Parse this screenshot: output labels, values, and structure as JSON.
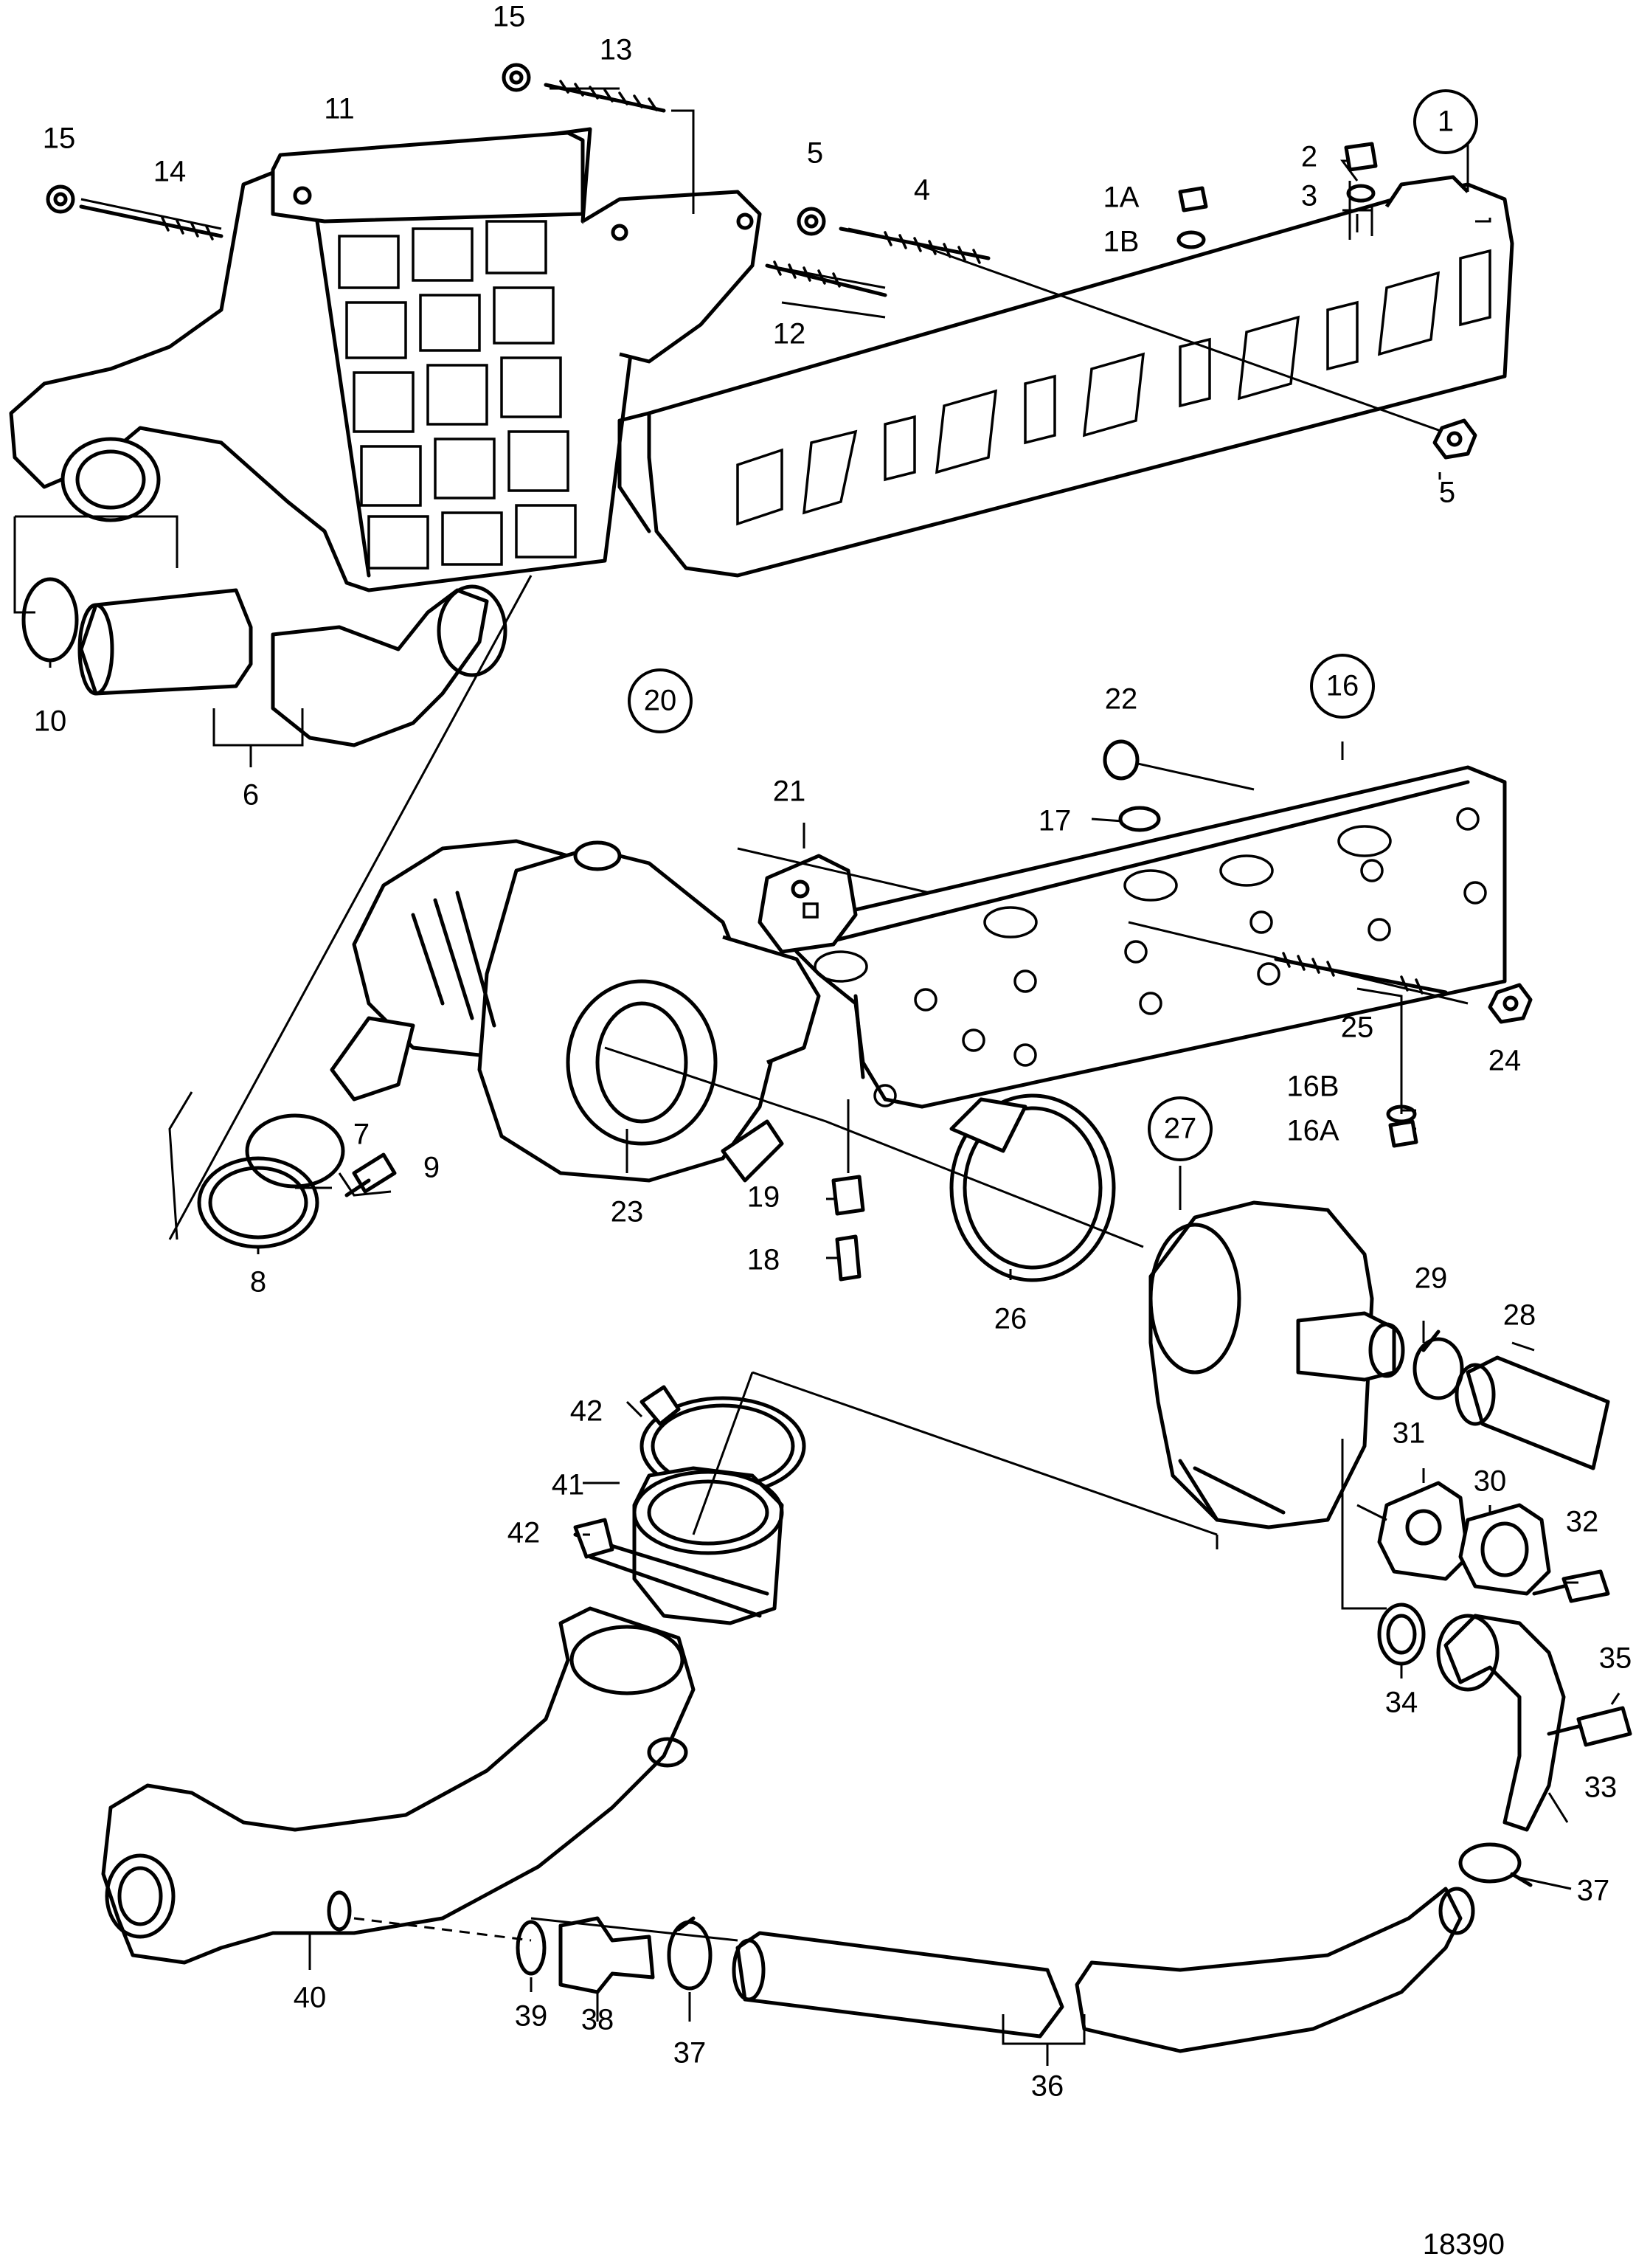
{
  "figure_number": "18390",
  "labels": {
    "l1": "1",
    "l1A": "1A",
    "l1B": "1B",
    "l2": "2",
    "l3": "3",
    "l4": "4",
    "l5a": "5",
    "l5b": "5",
    "l6": "6",
    "l7": "7",
    "l8": "8",
    "l9": "9",
    "l10": "10",
    "l11": "11",
    "l12": "12",
    "l13": "13",
    "l14": "14",
    "l15a": "15",
    "l15b": "15",
    "l16": "16",
    "l16A": "16A",
    "l16B": "16B",
    "l17": "17",
    "l18": "18",
    "l19": "19",
    "l20": "20",
    "l21": "21",
    "l22": "22",
    "l23": "23",
    "l24": "24",
    "l25": "25",
    "l26": "26",
    "l27": "27",
    "l28": "28",
    "l29": "29",
    "l30": "30",
    "l31": "31",
    "l32": "32",
    "l33": "33",
    "l34": "34",
    "l35": "35",
    "l36": "36",
    "l37a": "37",
    "l37b": "37",
    "l38": "38",
    "l39": "39",
    "l40": "40",
    "l41": "41",
    "l42a": "42",
    "l42b": "42"
  }
}
